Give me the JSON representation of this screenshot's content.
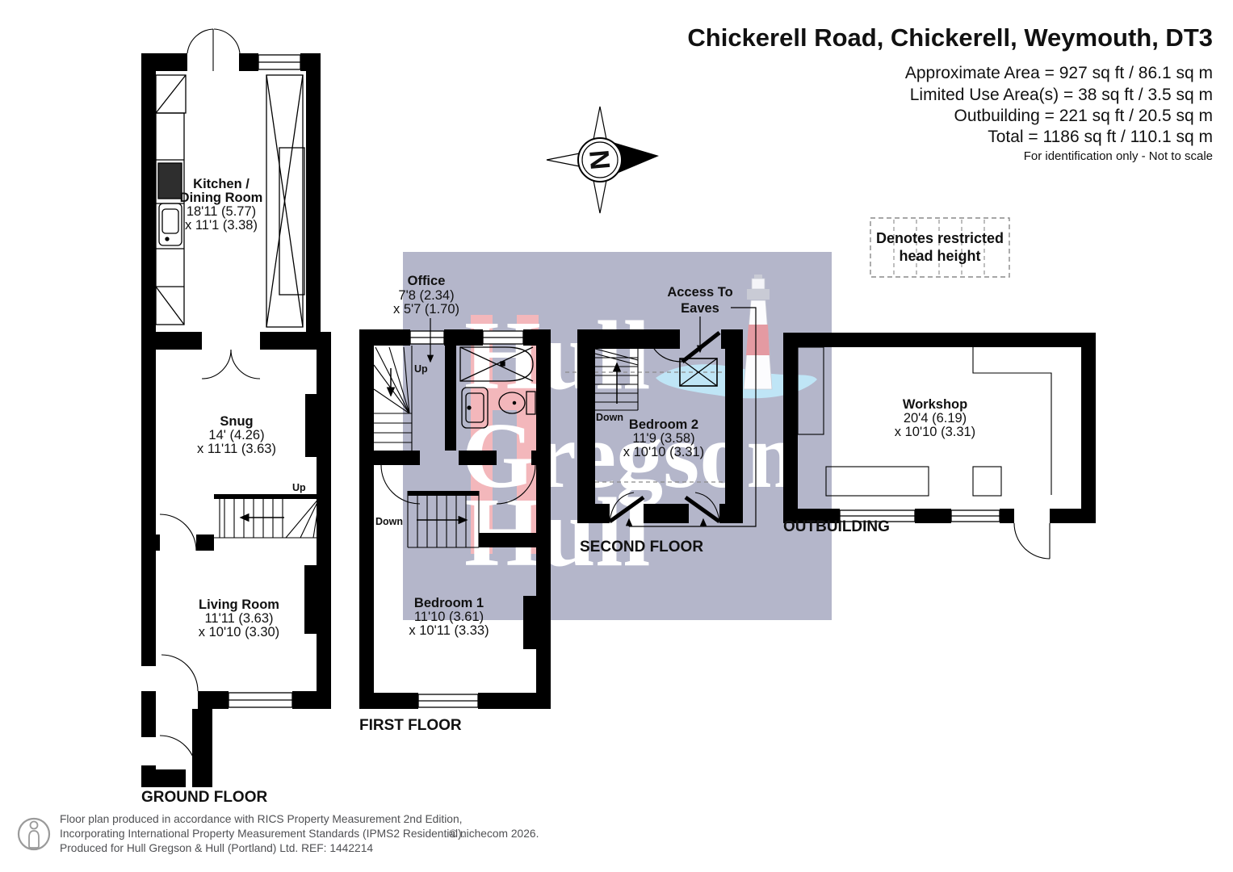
{
  "header": {
    "title": "Chickerell Road, Chickerell, Weymouth, DT3",
    "area_line1": "Approximate Area = 927 sq ft / 86.1 sq m",
    "area_line2": "Limited Use Area(s) = 38 sq ft / 3.5 sq m",
    "area_line3": "Outbuilding = 221 sq ft / 20.5 sq m",
    "area_line4": "Total = 1186 sq ft / 110.1 sq m",
    "disclaimer": "For identification only - Not to scale"
  },
  "legend": {
    "line1": "Denotes restricted",
    "line2": "head height"
  },
  "compass": {
    "north": "N"
  },
  "watermark": {
    "word1": "Hull",
    "word2": "Gregson",
    "word3": "Hull"
  },
  "ground_floor": {
    "label": "GROUND FLOOR",
    "kitchen_line1": "Kitchen /",
    "kitchen_line2": "Dining Room",
    "kitchen_dim1": "18'11 (5.77)",
    "kitchen_dim2": "x 11'1 (3.38)",
    "snug_name": "Snug",
    "snug_dim1": "14' (4.26)",
    "snug_dim2": "x 11'11 (3.63)",
    "living_name": "Living Room",
    "living_dim1": "11'11 (3.63)",
    "living_dim2": "x 10'10 (3.30)",
    "stairs_up": "Up"
  },
  "first_floor": {
    "label": "FIRST FLOOR",
    "office_name": "Office",
    "office_dim1": "7'8 (2.34)",
    "office_dim2": "x 5'7 (1.70)",
    "bedroom1_name": "Bedroom 1",
    "bedroom1_dim1": "11'10 (3.61)",
    "bedroom1_dim2": "x 10'11 (3.33)",
    "stairs_up": "Up",
    "stairs_down": "Down"
  },
  "second_floor": {
    "label": "SECOND FLOOR",
    "bedroom2_name": "Bedroom 2",
    "bedroom2_dim1": "11'9 (3.58)",
    "bedroom2_dim2": "x 10'10 (3.31)",
    "eaves_line1": "Access To",
    "eaves_line2": "Eaves",
    "stairs_down": "Down"
  },
  "outbuilding": {
    "label": "OUTBUILDING",
    "workshop_name": "Workshop",
    "workshop_dim1": "20'4 (6.19)",
    "workshop_dim2": "x 10'10 (3.31)"
  },
  "footer": {
    "line1": "Floor plan produced in accordance with RICS Property Measurement 2nd Edition,",
    "line2": "Incorporating International Property Measurement Standards (IPMS2 Residential).",
    "line3": "Produced for Hull Gregson & Hull (Portland) Ltd.   REF: 1442214",
    "copyright": "© nichecom 2026."
  },
  "colors": {
    "wall": "#000000",
    "watermark_bg": "#b4b6ca",
    "watermark_pink": "#f3b7bb",
    "water_blue": "#bfe5f6",
    "lighthouse_red": "#e49aa2",
    "footer_gray": "#4f5053"
  }
}
